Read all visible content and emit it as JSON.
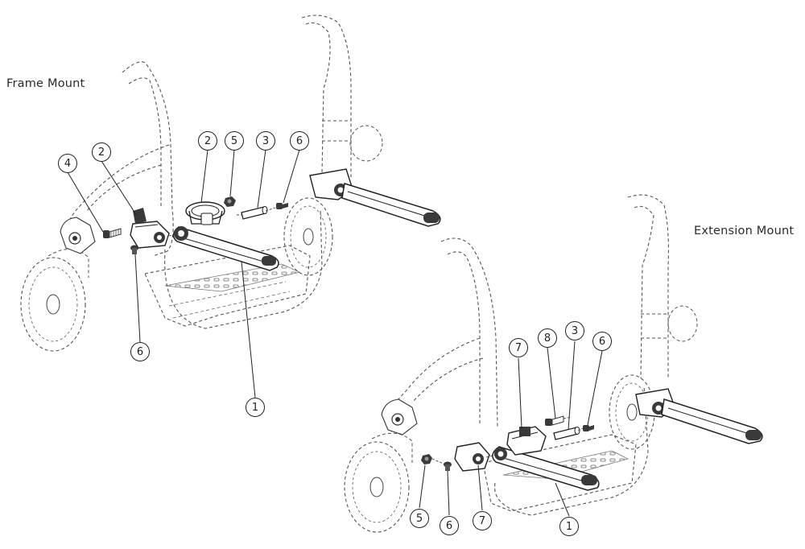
{
  "labels": {
    "frame_mount": "Frame Mount",
    "extension_mount": "Extension Mount"
  },
  "callouts": {
    "frame": [
      "4",
      "2",
      "2",
      "5",
      "3",
      "6",
      "6",
      "1"
    ],
    "extension": [
      "7",
      "8",
      "3",
      "6",
      "5",
      "6",
      "7",
      "1"
    ]
  },
  "colors": {
    "line": "#222222",
    "dashed": "#555555",
    "part_fill": "#3a3a3a",
    "part_fill_light": "#8a8a8a",
    "background": "#ffffff"
  }
}
